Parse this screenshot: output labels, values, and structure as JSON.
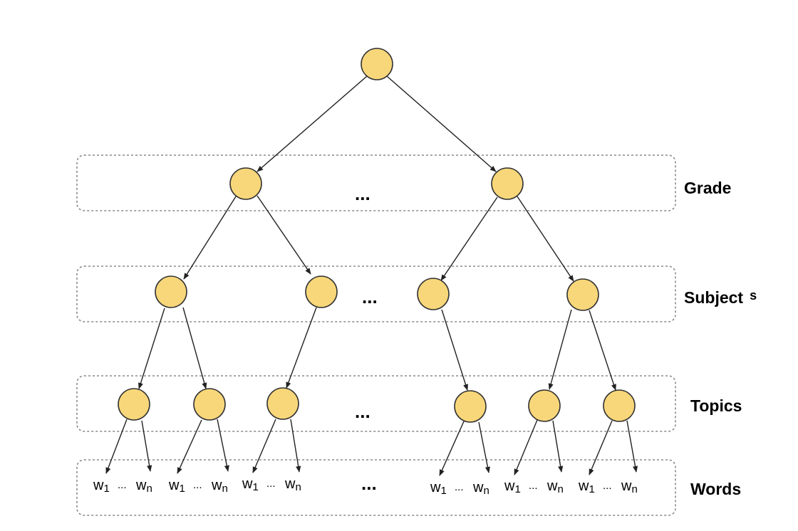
{
  "diagram": {
    "labels": {
      "grade": "Grade",
      "subjects_main": "Subject",
      "subjects_suffix": "s",
      "topics": "Topics",
      "words": "Words"
    },
    "ellipsis": "...",
    "word_group": {
      "first_letter": "w",
      "first_sub": "1",
      "dots": "...",
      "last_letter": "w",
      "last_sub": "n"
    }
  }
}
